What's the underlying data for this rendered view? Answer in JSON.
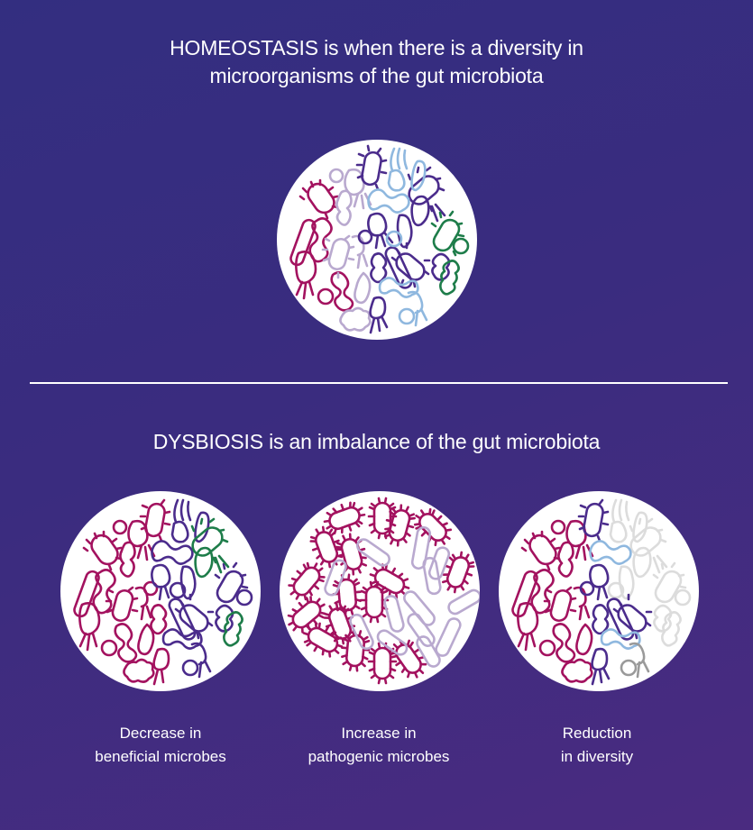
{
  "homeostasis": {
    "keyword": "HOMEOSTASIS",
    "line1_rest": " is when there is a diversity in",
    "line2": "microorganisms of the gut microbiota"
  },
  "dysbiosis": {
    "keyword": "DYSBIOSIS",
    "rest": " is an imbalance of the gut microbiota"
  },
  "panels": [
    {
      "line1": "Decrease in",
      "line2": "beneficial microbes"
    },
    {
      "line1": "Increase in",
      "line2": "pathogenic microbes"
    },
    {
      "line1": "Reduction",
      "line2": "in diversity"
    }
  ],
  "colors": {
    "background_start": "#332e80",
    "background_end": "#4a2b80",
    "magenta": "#a3125f",
    "lilac": "#b9a9cf",
    "indigo": "#4b2c8c",
    "light_blue": "#8fb8df",
    "green": "#1e7d4a",
    "faded_gray": "#dcdcdc",
    "mid_gray": "#9a9a9a"
  }
}
